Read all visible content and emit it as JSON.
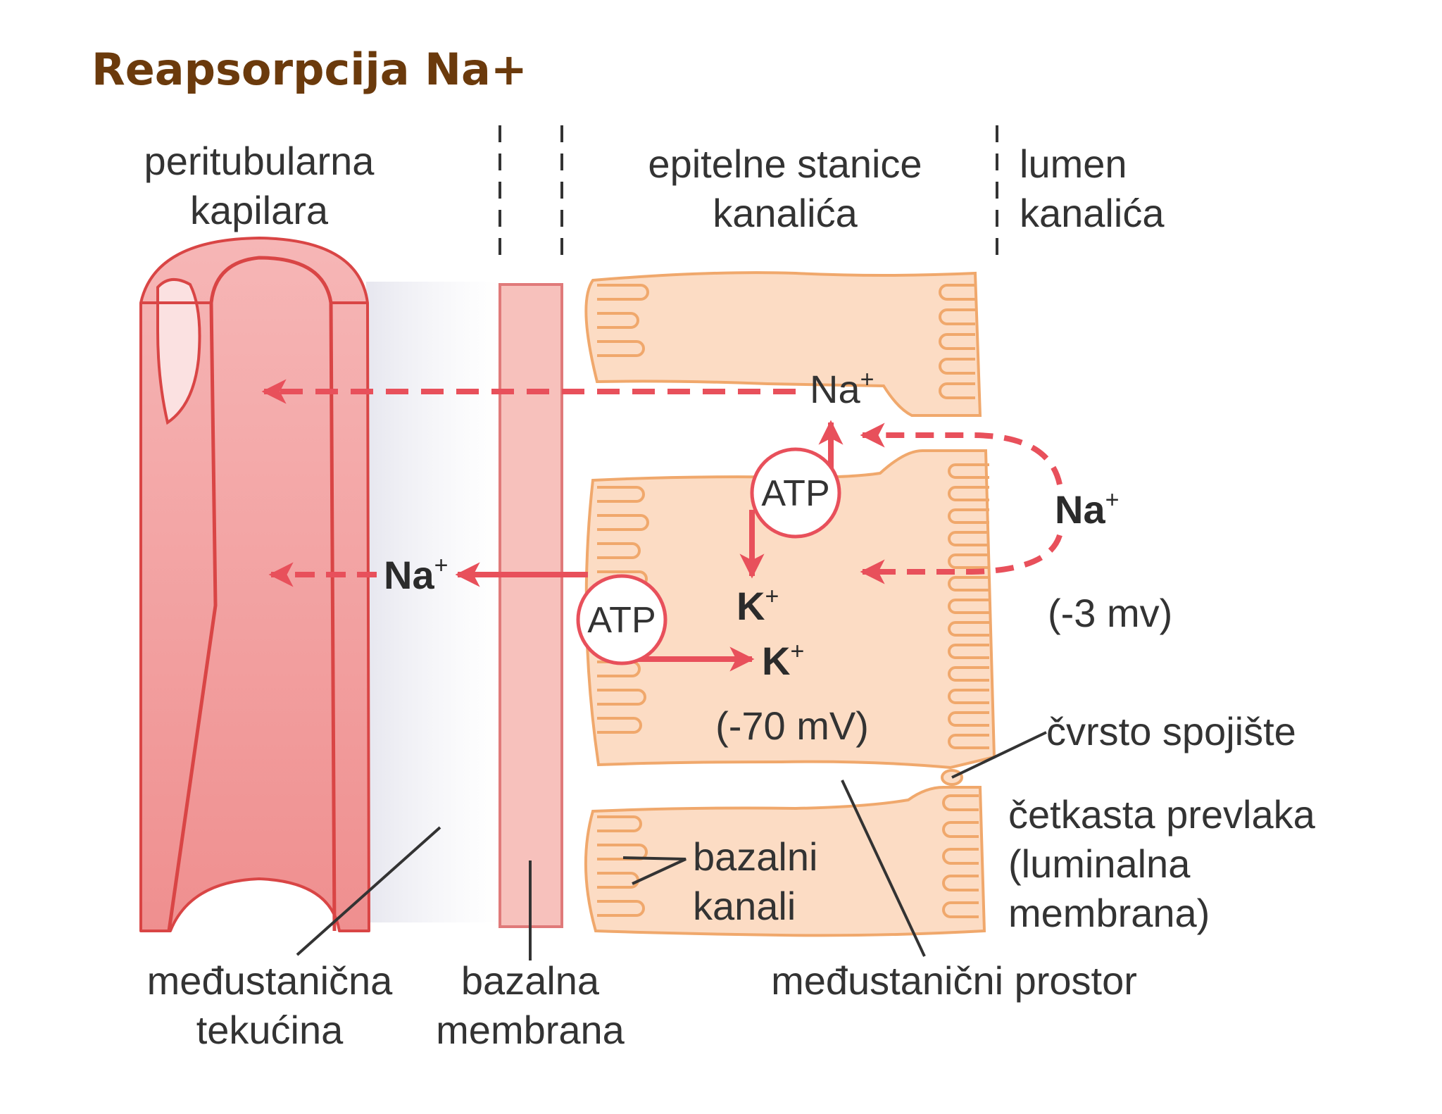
{
  "title": "Reapsorpcija Na+",
  "regions": {
    "capillary": [
      "peritubularna",
      "kapilara"
    ],
    "epithelium": [
      "epitelne stanice",
      "kanalića"
    ],
    "lumen": [
      "lumen",
      "kanalića"
    ]
  },
  "ions": {
    "na_top": "Na",
    "na_lumen": "Na",
    "na_basal": "Na",
    "k_upper": "K",
    "k_lower": "K",
    "plus": "+"
  },
  "pumps": {
    "upper": "ATP",
    "lower": "ATP"
  },
  "potentials": {
    "lumen": "(-3 mv)",
    "cell": "(-70 mV)"
  },
  "labels": {
    "tight_junction": "čvrsto spojište",
    "brush_border": [
      "četkasta prevlaka",
      "(luminalna",
      "membrana)"
    ],
    "basal_channels": [
      "bazalni",
      "kanali"
    ],
    "interstitial_fluid": [
      "međustanična",
      "tekućina"
    ],
    "basement_membrane": [
      "bazalna",
      "membrana"
    ],
    "intercellular_space": "međustanični prostor"
  },
  "colors": {
    "title": "#6b3a0c",
    "arrow": "#e8505b",
    "cell_fill": "#fcdcc4",
    "cell_stroke": "#f0a86c",
    "capillary_fill": "#f09a9a",
    "capillary_stroke": "#d94545",
    "basement_fill": "#f7c1bc"
  }
}
